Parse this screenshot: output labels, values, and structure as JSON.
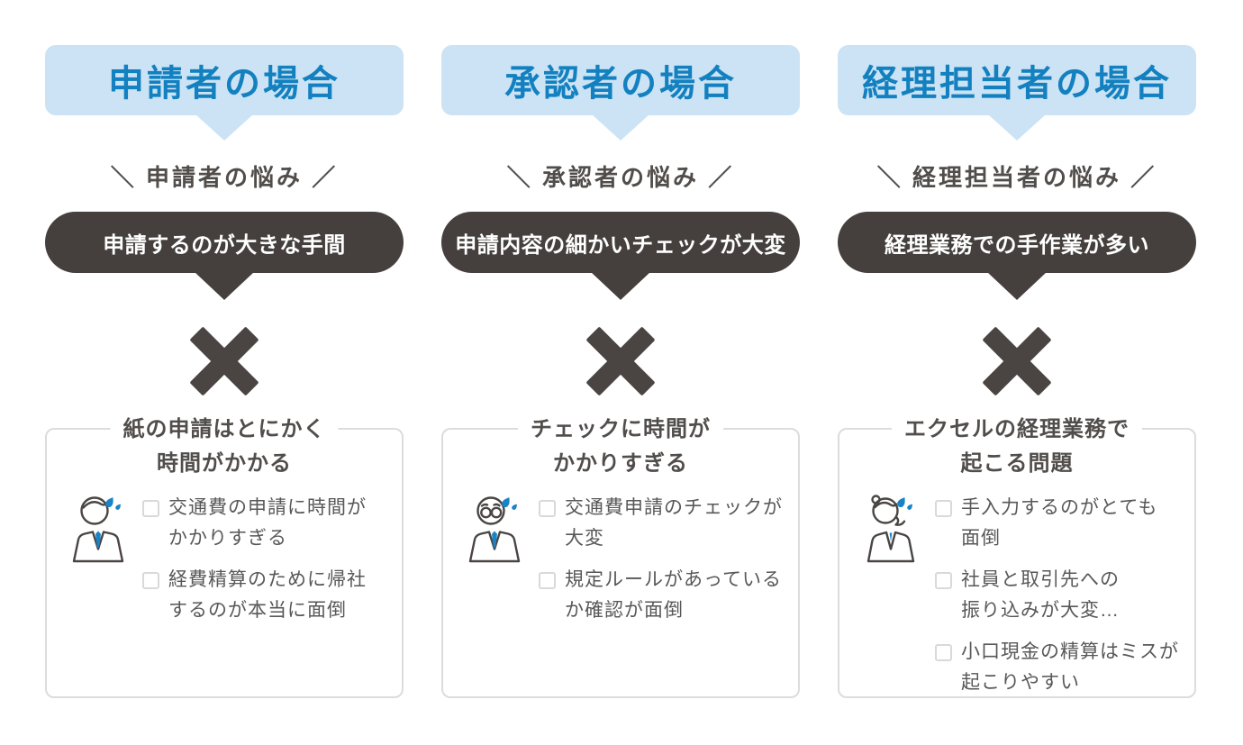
{
  "colors": {
    "header_bg": "#cbe3f5",
    "header_text": "#1380bf",
    "pill_bg": "#45403e",
    "pill_text": "#ffffff",
    "x_mark": "#4a4543",
    "box_border": "#dcdcdc",
    "heading_text": "#514d4b",
    "body_text": "#595757",
    "accent_blue": "#1884c7"
  },
  "columns": [
    {
      "header": "申請者の場合",
      "worry_label": "＼ 申請者の悩み ／",
      "pain": "申請するのが大きな手間",
      "icon": "businessman-sweating-icon",
      "box_title": "紙の申請はとにかく\n時間がかかる",
      "items": [
        "交通費の申請に時間が\nかかりすぎる",
        "経費精算のために帰社\nするのが本当に面倒"
      ]
    },
    {
      "header": "承認者の場合",
      "worry_label": "＼ 承認者の悩み ／",
      "pain": "申請内容の細かいチェックが大変",
      "icon": "manager-glasses-sweating-icon",
      "box_title": "チェックに時間が\nかかりすぎる",
      "items": [
        "交通費申請のチェックが\n大変",
        "規定ルールがあっている\nか確認が面倒"
      ]
    },
    {
      "header": "経理担当者の場合",
      "worry_label": "＼ 経理担当者の悩み ／",
      "pain": "経理業務での手作業が多い",
      "icon": "businesswoman-sweating-icon",
      "box_title": "エクセルの経理業務で\n起こる問題",
      "items": [
        "手入力するのがとても\n面倒",
        "社員と取引先への\n振り込みが大変…",
        "小口現金の精算はミスが\n起こりやすい"
      ]
    }
  ]
}
